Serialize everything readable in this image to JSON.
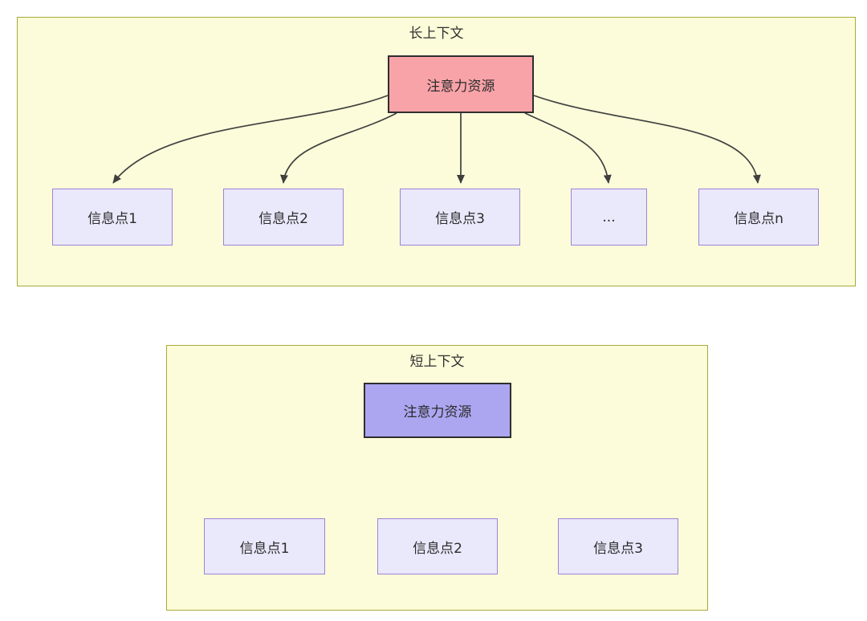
{
  "diagram": {
    "long_context": {
      "title": "长上下文",
      "attention_label": "注意力资源",
      "nodes": [
        "信息点1",
        "信息点2",
        "信息点3",
        "...",
        "信息点n"
      ]
    },
    "short_context": {
      "title": "短上下文",
      "attention_label": "注意力资源",
      "nodes": [
        "信息点1",
        "信息点2",
        "信息点3"
      ]
    },
    "colors": {
      "group_background": "#fcfcda",
      "group_border": "#a9a93a",
      "attention_long_fill": "#f8a3a8",
      "attention_short_fill": "#aca6f0",
      "attention_border": "#2e2e2e",
      "node_fill": "#eae8fb",
      "node_border": "#9b85d7",
      "arrow": "#3f3f3f",
      "text": "#2f2f2f"
    }
  }
}
